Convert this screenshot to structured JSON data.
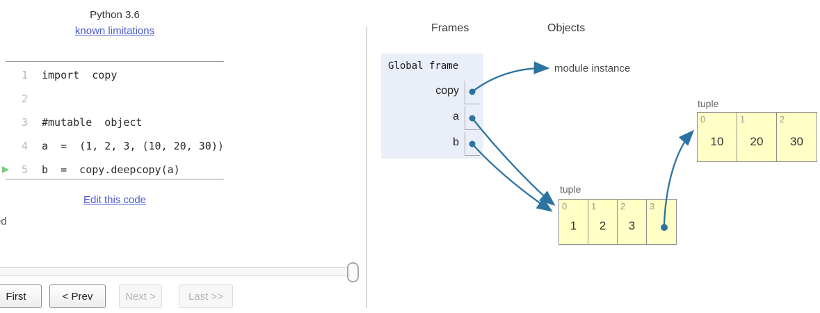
{
  "header": {
    "title": "Python 3.6",
    "limitations_link": "known limitations"
  },
  "code": {
    "lines": [
      {
        "num": "1",
        "text": "import  copy"
      },
      {
        "num": "2",
        "text": ""
      },
      {
        "num": "3",
        "text": "#mutable  object"
      },
      {
        "num": "4",
        "text": "a  =  (1, 2, 3, (10, 20, 30))"
      },
      {
        "num": "5",
        "text": "b  =  copy.deepcopy(a)"
      }
    ],
    "current_line": 5
  },
  "edit_link": "Edit this code",
  "clipped_text": "ed",
  "nav": {
    "first_label": "First",
    "prev_label": "< Prev",
    "next_label": "Next >",
    "last_label": "Last >>",
    "slider_position": "end"
  },
  "visualization": {
    "frames_header": "Frames",
    "objects_header": "Objects",
    "global_frame": {
      "label": "Global frame",
      "variables": [
        {
          "name": "copy"
        },
        {
          "name": "a"
        },
        {
          "name": "b"
        }
      ]
    },
    "module_instance_label": "module instance",
    "outer_tuple": {
      "type_label": "tuple",
      "cells": [
        {
          "index": "0",
          "value": "1"
        },
        {
          "index": "1",
          "value": "2"
        },
        {
          "index": "2",
          "value": "3"
        },
        {
          "index": "3",
          "value": ""
        }
      ]
    },
    "inner_tuple": {
      "type_label": "tuple",
      "cells": [
        {
          "index": "0",
          "value": "10"
        },
        {
          "index": "1",
          "value": "20"
        },
        {
          "index": "2",
          "value": "30"
        }
      ]
    }
  },
  "colors": {
    "arrow": "#2d73a0",
    "tuple_bg": "#ffffc6",
    "frame_bg": "#e9eef8",
    "link": "#4a5ac8",
    "exec_arrow_green": "#80c880"
  }
}
